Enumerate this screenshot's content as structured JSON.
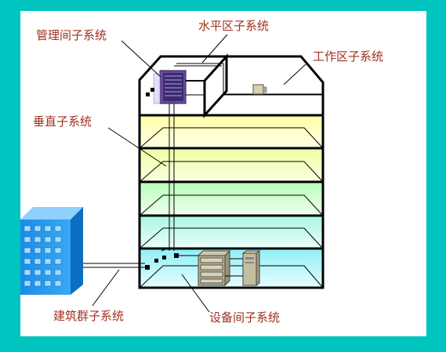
{
  "labels": {
    "management": "管理间子系统",
    "horizontal": "水平区子系统",
    "work_area": "工作区子系统",
    "vertical": "垂直子系统",
    "campus": "建筑群子系统",
    "equipment": "设备间子系统"
  },
  "colors": {
    "background": "#00c4c0",
    "label": "#a0301e",
    "floor_yellow": "#ffffb8",
    "floor_green": "#ccffcc",
    "floor_teal": "#bff5ee",
    "floor_cyan": "#a9f0f5",
    "campus_building": "#1b8ee6"
  }
}
